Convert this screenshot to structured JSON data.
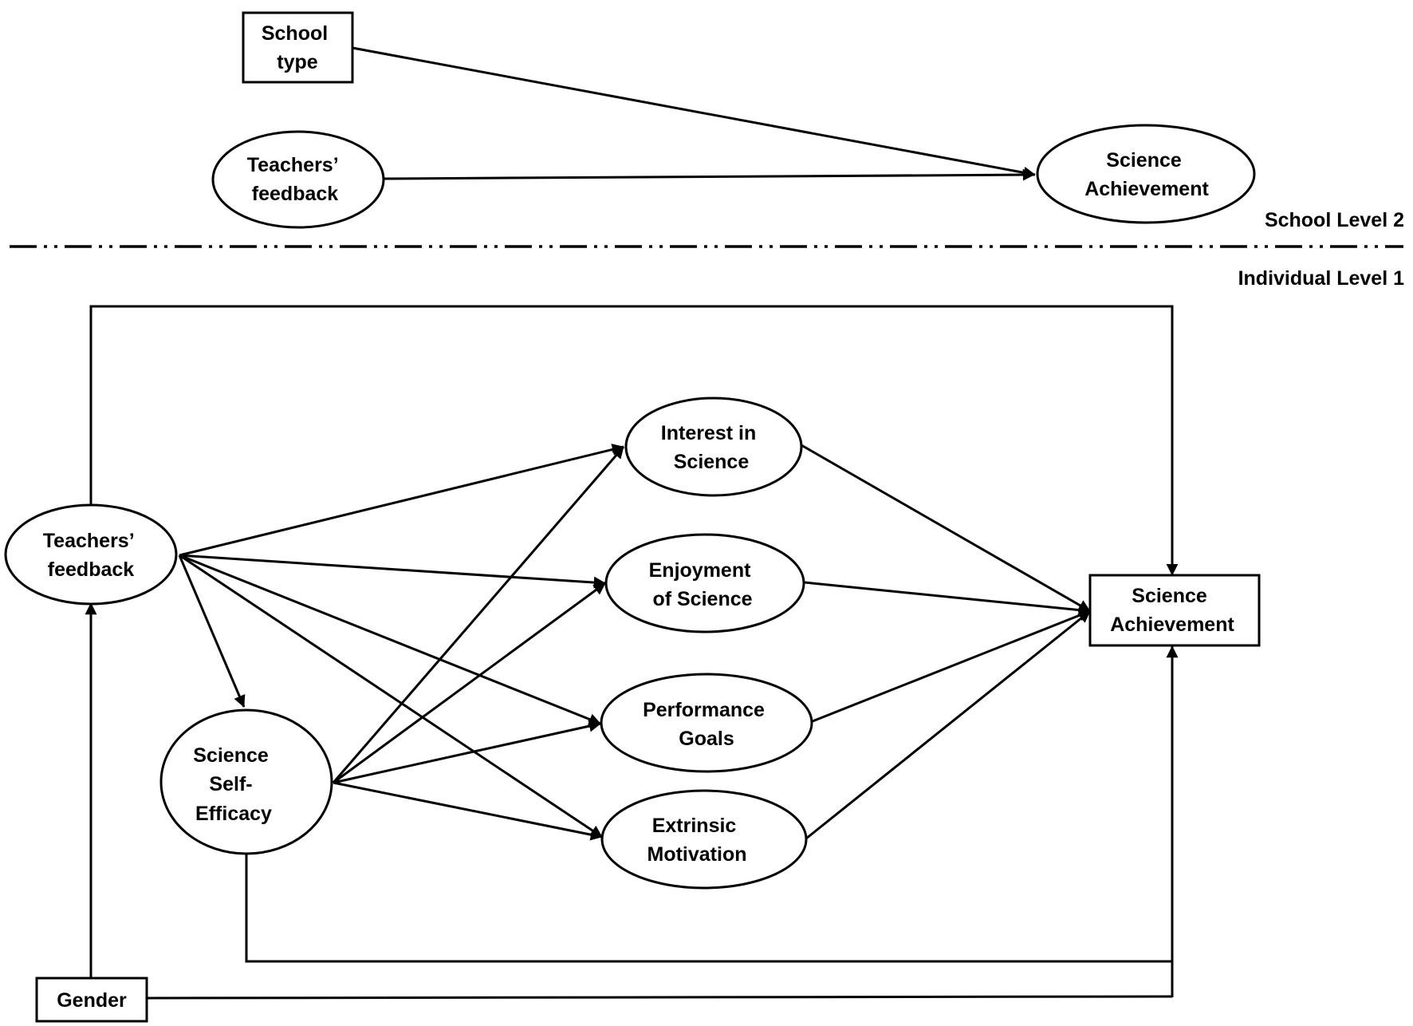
{
  "school_level": {
    "label": "School Level 2",
    "nodes": {
      "school_type": [
        "School",
        "type"
      ],
      "teachers_feedback": [
        "Teachers’",
        "feedback"
      ],
      "science_achievement": [
        "Science",
        "Achievement"
      ]
    }
  },
  "individual_level": {
    "label": "Individual Level 1",
    "nodes": {
      "teachers_feedback": [
        "Teachers’",
        "feedback"
      ],
      "self_efficacy": [
        "Science",
        "Self-",
        "Efficacy"
      ],
      "interest": [
        "Interest in",
        "Science"
      ],
      "enjoyment": [
        "Enjoyment",
        "of Science"
      ],
      "performance_goals": [
        "Performance",
        "Goals"
      ],
      "extrinsic_motivation": [
        "Extrinsic",
        "Motivation"
      ],
      "science_achievement": [
        "Science",
        "Achievement"
      ],
      "gender": [
        "Gender"
      ]
    }
  },
  "paths": [
    {
      "from": "School type",
      "to": "Science Achievement (Level 2)"
    },
    {
      "from": "Teachers’ feedback (Level 2)",
      "to": "Science Achievement (Level 2)"
    },
    {
      "from": "Teachers’ feedback",
      "to": "Interest in Science"
    },
    {
      "from": "Teachers’ feedback",
      "to": "Enjoyment of Science"
    },
    {
      "from": "Teachers’ feedback",
      "to": "Performance Goals"
    },
    {
      "from": "Teachers’ feedback",
      "to": "Extrinsic Motivation"
    },
    {
      "from": "Teachers’ feedback",
      "to": "Science Self-Efficacy"
    },
    {
      "from": "Teachers’ feedback",
      "to": "Science Achievement"
    },
    {
      "from": "Science Self-Efficacy",
      "to": "Interest in Science"
    },
    {
      "from": "Science Self-Efficacy",
      "to": "Enjoyment of Science"
    },
    {
      "from": "Science Self-Efficacy",
      "to": "Performance Goals"
    },
    {
      "from": "Science Self-Efficacy",
      "to": "Extrinsic Motivation"
    },
    {
      "from": "Science Self-Efficacy",
      "to": "Science Achievement"
    },
    {
      "from": "Interest in Science",
      "to": "Science Achievement"
    },
    {
      "from": "Enjoyment of Science",
      "to": "Science Achievement"
    },
    {
      "from": "Performance Goals",
      "to": "Science Achievement"
    },
    {
      "from": "Extrinsic Motivation",
      "to": "Science Achievement"
    },
    {
      "from": "Gender",
      "to": "Teachers’ feedback"
    },
    {
      "from": "Gender",
      "to": "Science Achievement"
    }
  ]
}
